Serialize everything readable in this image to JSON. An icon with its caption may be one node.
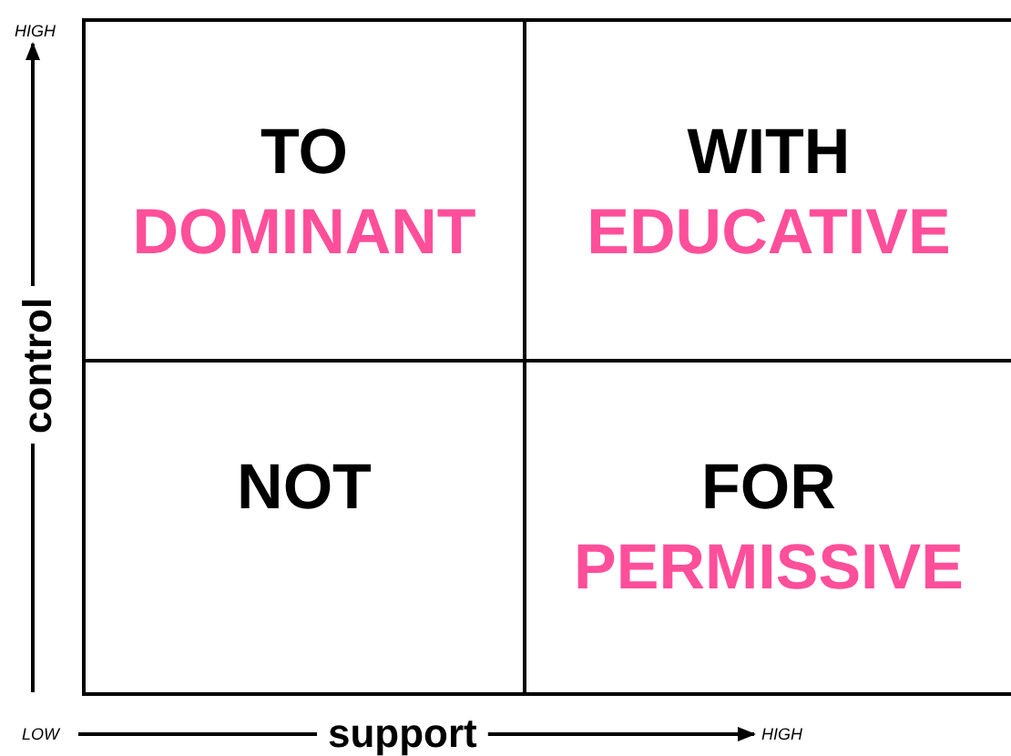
{
  "diagram": {
    "nodes": [
      {
        "text": [
          "TO",
          "DOMINANT"
        ]
      },
      {
        "text": [
          "WITH",
          "EDUCATIVE"
        ]
      },
      {
        "text": [
          "NOT"
        ]
      },
      {
        "text": [
          "FOR",
          "PERMISSIVE"
        ]
      }
    ],
    "labels": [
      "HIGH",
      "control",
      "LOW",
      "support",
      "HIGH"
    ]
  }
}
